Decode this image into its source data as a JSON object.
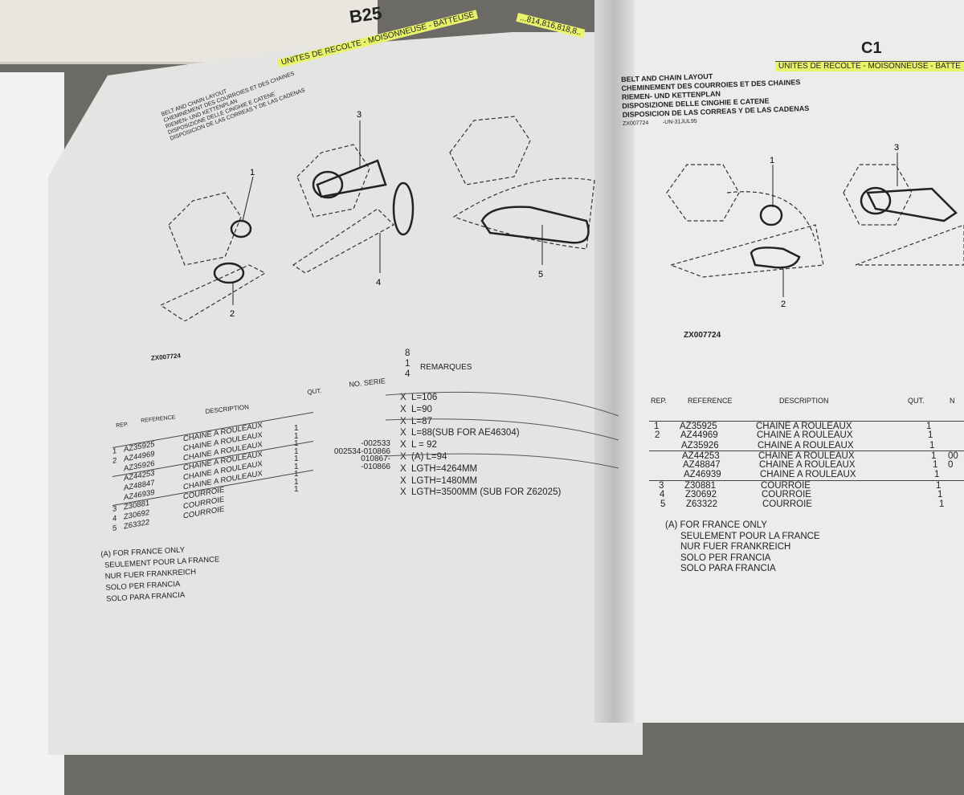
{
  "left": {
    "page": "B25",
    "banner": "UNITES DE RECOLTE - MOISONNEUSE - BATTEUSE",
    "models": "...814,816,818,8..",
    "titles": [
      "BELT AND CHAIN LAYOUT",
      "CHEMINEMENT DES COURROIES ET DES CHAINES",
      "RIEMEN- UND KETTENPLAN",
      "DISPOSIZIONE DELLE CINGHIE E CATENE",
      "DISPOSICION DE LAS CORREAS Y DE LAS CADENAS"
    ],
    "figure_id": "ZX007724",
    "callouts": [
      "1",
      "2",
      "3",
      "4",
      "5"
    ],
    "col_flags": [
      "8",
      "1",
      "4"
    ],
    "headers": {
      "rep": "REP.",
      "reference": "REFERENCE",
      "description": "DESCRIPTION",
      "qty": "QUT.",
      "serial": "NO. SERIE",
      "remarks": "REMARQUES"
    },
    "rows": [
      {
        "rep": "1",
        "ref": "AZ35925",
        "desc": "CHAINE A ROULEAUX",
        "qty": "1",
        "serial": "",
        "x": "X",
        "remark": "L=106"
      },
      {
        "rep": "2",
        "ref": "AZ44969",
        "desc": "CHAINE A ROULEAUX",
        "qty": "1",
        "serial": "",
        "x": "X",
        "remark": "L=90"
      },
      {
        "rep": "",
        "ref": "AZ35926",
        "desc": "CHAINE A ROULEAUX",
        "qty": "1",
        "serial": "-002533",
        "x": "X",
        "remark": "L=87"
      },
      {
        "rep": "",
        "ref": "AZ44253",
        "desc": "CHAINE A ROULEAUX",
        "qty": "1",
        "serial": "002534-010866",
        "x": "X",
        "remark": "L=88(SUB FOR AE46304)"
      },
      {
        "rep": "",
        "ref": "AZ48847",
        "desc": "CHAINE A ROULEAUX",
        "qty": "1",
        "serial": "010867-",
        "x": "X",
        "remark": "L = 92"
      },
      {
        "rep": "",
        "ref": "AZ46939",
        "desc": "CHAINE A ROULEAUX",
        "qty": "1",
        "serial": "-010866",
        "x": "X",
        "remark": "(A) L=94"
      },
      {
        "rep": "3",
        "ref": "Z30881",
        "desc": "COURROIE",
        "qty": "1",
        "serial": "",
        "x": "X",
        "remark": "LGTH=4264MM"
      },
      {
        "rep": "4",
        "ref": "Z30692",
        "desc": "COURROIE",
        "qty": "1",
        "serial": "",
        "x": "X",
        "remark": "LGTH=1480MM"
      },
      {
        "rep": "5",
        "ref": "Z63322",
        "desc": "COURROIE",
        "qty": "1",
        "serial": "",
        "x": "X",
        "remark": "LGTH=3500MM (SUB FOR Z62025)"
      }
    ],
    "notes": [
      "(A) FOR FRANCE ONLY",
      "SEULEMENT POUR LA FRANCE",
      "NUR FUER FRANKREICH",
      "SOLO PER FRANCIA",
      "SOLO PARA FRANCIA"
    ]
  },
  "right": {
    "page": "C1",
    "banner": "UNITES DE RECOLTE - MOISONNEUSE - BATTE",
    "titles": [
      "BELT AND CHAIN LAYOUT",
      "CHEMINEMENT DES COURROIES ET DES CHAINES",
      "RIEMEN- UND KETTENPLAN",
      "DISPOSIZIONE DELLE CINGHIE E CATENE",
      "DISPOSICION DE LAS CORREAS Y DE LAS CADENAS"
    ],
    "figure_id": "ZX007724",
    "date": "-UN-31JUL95",
    "callouts": [
      "1",
      "2",
      "3"
    ],
    "headers": {
      "rep": "REP.",
      "reference": "REFERENCE",
      "description": "DESCRIPTION",
      "qty": "QUT.",
      "serial": "N"
    },
    "rows": [
      {
        "rep": "1",
        "ref": "AZ35925",
        "desc": "CHAINE A ROULEAUX",
        "qty": "1",
        "serial": ""
      },
      {
        "rep": "2",
        "ref": "AZ44969",
        "desc": "CHAINE A ROULEAUX",
        "qty": "1",
        "serial": ""
      },
      {
        "rep": "",
        "ref": "AZ35926",
        "desc": "CHAINE A ROULEAUX",
        "qty": "1",
        "serial": ""
      },
      {
        "rep": "",
        "ref": "AZ44253",
        "desc": "CHAINE A ROULEAUX",
        "qty": "1",
        "serial": "00"
      },
      {
        "rep": "",
        "ref": "AZ48847",
        "desc": "CHAINE A ROULEAUX",
        "qty": "1",
        "serial": "0"
      },
      {
        "rep": "",
        "ref": "AZ46939",
        "desc": "CHAINE A ROULEAUX",
        "qty": "1",
        "serial": ""
      },
      {
        "rep": "3",
        "ref": "Z30881",
        "desc": "COURROIE",
        "qty": "1",
        "serial": ""
      },
      {
        "rep": "4",
        "ref": "Z30692",
        "desc": "COURROIE",
        "qty": "1",
        "serial": ""
      },
      {
        "rep": "5",
        "ref": "Z63322",
        "desc": "COURROIE",
        "qty": "1",
        "serial": ""
      }
    ],
    "notes": [
      "(A) FOR FRANCE ONLY",
      "SEULEMENT POUR LA FRANCE",
      "NUR FUER FRANKREICH",
      "SOLO PER FRANCIA",
      "SOLO PARA FRANCIA"
    ]
  }
}
